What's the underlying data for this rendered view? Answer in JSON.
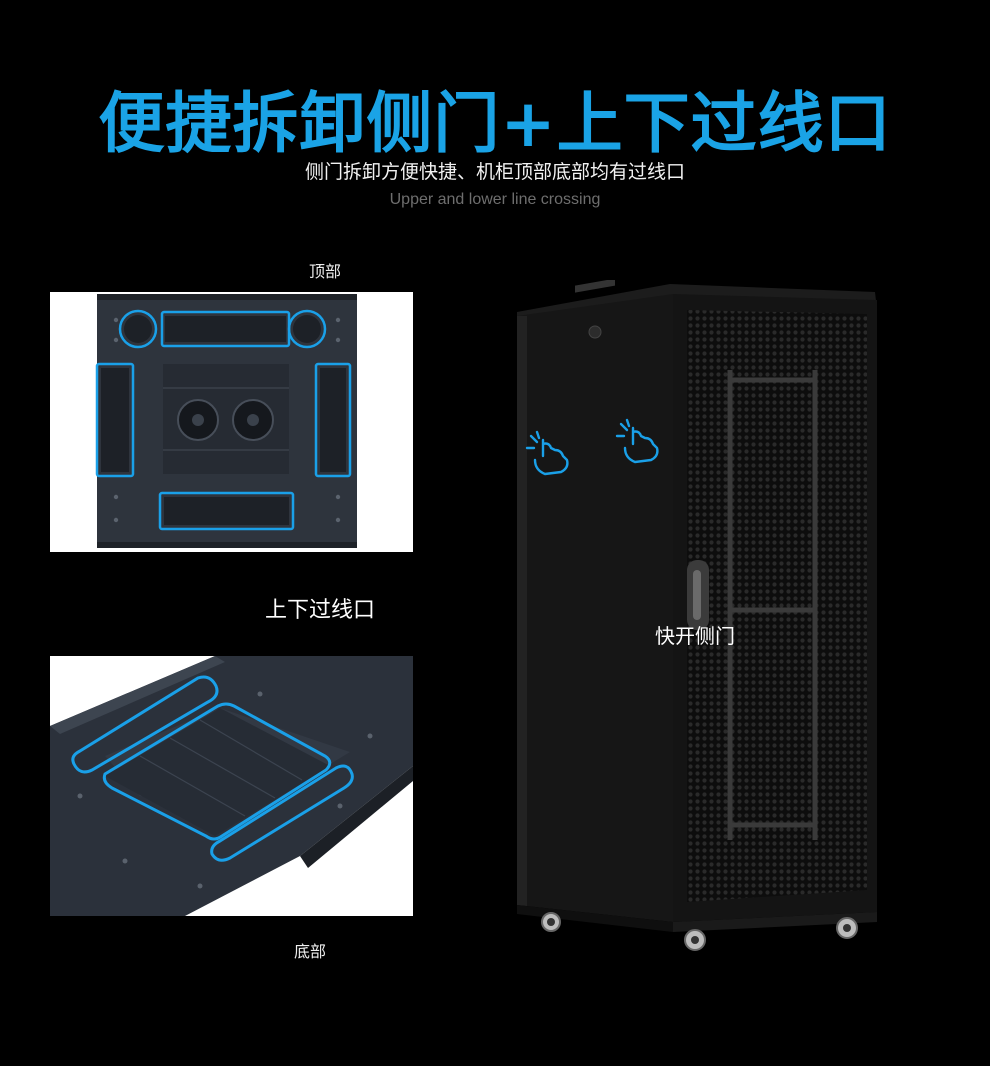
{
  "header": {
    "title": "便捷拆卸侧门+上下过线口",
    "subtitle": "侧门拆卸方便快捷、机柜顶部底部均有过线口",
    "english": "Upper and lower line crossing"
  },
  "labels": {
    "top": "顶部",
    "cable_port": "上下过线口",
    "bottom": "底部",
    "side_door": "快开侧门"
  },
  "colors": {
    "background": "#000000",
    "accent": "#1aa3e6",
    "highlight_outline": "#1aa0e8",
    "metal": "#2b313b"
  },
  "icons": [
    "hand-pointer-icon",
    "hand-pointer-icon"
  ]
}
